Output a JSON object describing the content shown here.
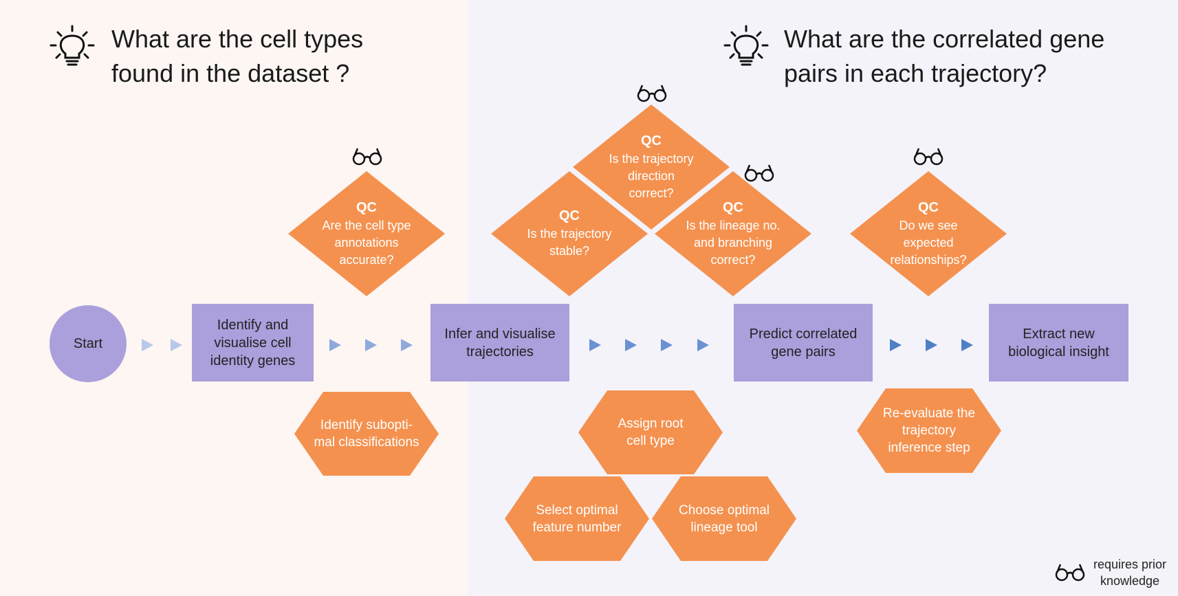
{
  "titles": {
    "left": "What are the cell types\nfound in the dataset ?",
    "right": " What are the correlated gene\npairs in each trajectory?"
  },
  "nodes": {
    "start": "Start",
    "identify": "Identify and\nvisualise cell\nidentity genes",
    "infer": "Infer and visualise\ntrajectories",
    "predict": "Predict correlated\ngene pairs",
    "extract": "Extract new\nbiological insight"
  },
  "qc": {
    "label": "QC",
    "celltype": "Are the cell type\nannotations\naccurate?",
    "direction": "Is the trajectory\ndirection\ncorrect?",
    "stable": "Is the trajectory\nstable?",
    "lineage": "Is the lineage no.\nand branching\ncorrect?",
    "relationships": "Do we see\nexpected\nrelationships?"
  },
  "actions": {
    "suboptimal": "Identify subopti-\nmal classifications",
    "root": "Assign root\ncell type",
    "feature": "Select optimal\nfeature number",
    "lineage_tool": "Choose optimal\nlineage tool",
    "reevaluate": "Re-evaluate the\ntrajectory\ninference step"
  },
  "legend": {
    "text": "requires prior\nknowledge",
    "icon": "glasses-icon"
  },
  "colors": {
    "process": "#ab9fdc",
    "qc": "#f4914f",
    "arrow": "#5b86c9",
    "bg_left": "#fdf6f3",
    "bg_right": "#f4f3fa"
  }
}
